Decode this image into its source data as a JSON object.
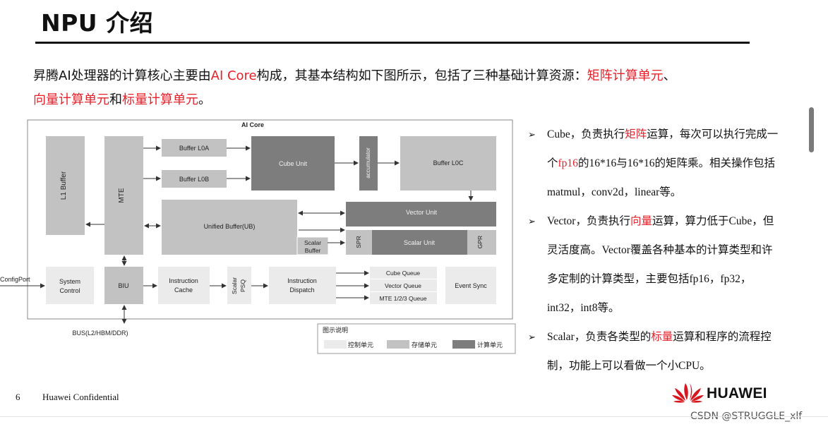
{
  "slide": {
    "title": "NPU 介绍",
    "intro": {
      "p1": "昇腾AI处理器的计算核心主要由",
      "p2": "AI Core",
      "p3": "构成，其基本结构如下图所示，包括了三种基础计算资源：",
      "p4": "矩阵计算单元",
      "p5": "、",
      "p6": "向量计算单元",
      "p7": "和",
      "p8": "标量计算单元",
      "p9": "。"
    }
  },
  "diagram": {
    "title": "AI Core",
    "blocks": {
      "l1_buffer": "L1 Buffer",
      "mte": "MTE",
      "buffer_l0a": "Buffer L0A",
      "buffer_l0b": "Buffer L0B",
      "cube_unit": "Cube Unit",
      "accumulator": "accumulator",
      "buffer_l0c": "Buffer L0C",
      "vector_unit": "Vector Unit",
      "unified_buffer": "Unified Buffer(UB)",
      "scalar_buffer_1": "Scalar",
      "scalar_buffer_2": "Buffer",
      "spr": "SPR",
      "scalar_unit": "Scalar Unit",
      "gpr": "GPR",
      "system_control_1": "System",
      "system_control_2": "Control",
      "biu": "BIU",
      "instruction_cache_1": "Instruction",
      "instruction_cache_2": "Cache",
      "scalar_psq_1": "Scalar",
      "scalar_psq_2": "PSQ",
      "instruction_dispatch_1": "Instruction",
      "instruction_dispatch_2": "Dispatch",
      "cube_queue": "Cube Queue",
      "vector_queue": "Vector Queue",
      "mte_queue": "MTE 1/2/3 Queue",
      "event_sync": "Event Sync"
    },
    "config_port": "ConfigPort",
    "bus": "BUS(L2/HBM/DDR)",
    "legend": {
      "title": "图示说明",
      "control": "控制单元",
      "storage": "存储单元",
      "compute": "计算单元"
    },
    "colors": {
      "control": "#ebebeb",
      "storage": "#c2c2c2",
      "compute": "#7d7d7d"
    }
  },
  "bullets": {
    "b1": {
      "t1": "Cube，负责执行",
      "t2": "矩阵",
      "t3": "运算，每次可以执行完成一个",
      "t4": "fp16",
      "t5": "的16*16与16*16的矩阵乘。相关操作包括matmul，conv2d，linear等。"
    },
    "b2": {
      "t1": "Vector，负责执行",
      "t2": "向量",
      "t3": "运算，算力低于Cube，但灵活度高。Vector覆盖各种基本的计算类型和许多定制的计算类型，主要包括fp16，fp32，int32，int8等。"
    },
    "b3": {
      "t1": "Scalar，负责各类型的",
      "t2": "标量",
      "t3": "运算和程序的流程控制，功能上可以看做一个小CPU。"
    }
  },
  "footer": {
    "page_number": "6",
    "confidential": "Huawei Confidential",
    "brand": "HUAWEI",
    "watermark": "CSDN @STRUGGLE_xlf"
  },
  "accent_color": "#e8202a",
  "logo_color": "#d7161e"
}
